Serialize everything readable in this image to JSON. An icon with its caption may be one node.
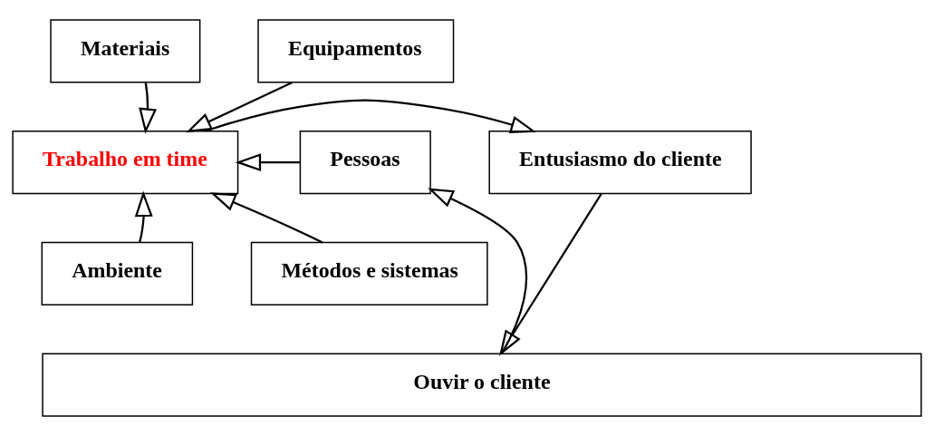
{
  "diagram": {
    "nodes": [
      {
        "text": [
          "Materiais"
        ]
      },
      {
        "text": [
          "Equipamentos"
        ]
      },
      {
        "text": [
          "Pessoas"
        ]
      },
      {
        "text": [
          "Trabalho em time"
        ]
      },
      {
        "text": [
          "Entusiasmo do cliente"
        ]
      },
      {
        "text": [
          "Métodos e sistemas"
        ]
      },
      {
        "text": [
          "Ambiente"
        ]
      },
      {
        "text": [
          "Ouvir o cliente"
        ]
      }
    ],
    "edges": [
      {
        "from": 0,
        "to": 3,
        "arrow": "to"
      },
      {
        "from": 1,
        "to": 3,
        "arrow": "to"
      },
      {
        "from": 2,
        "to": 3,
        "arrow": "to"
      },
      {
        "from": 3,
        "to": 4,
        "arrow": "to"
      },
      {
        "from": 5,
        "to": 3,
        "arrow": "to"
      },
      {
        "from": 6,
        "to": 3,
        "arrow": "to"
      },
      {
        "from": 4,
        "to": 7,
        "arrow": "to"
      },
      {
        "from": 7,
        "to": 2,
        "arrow": "to"
      }
    ]
  }
}
